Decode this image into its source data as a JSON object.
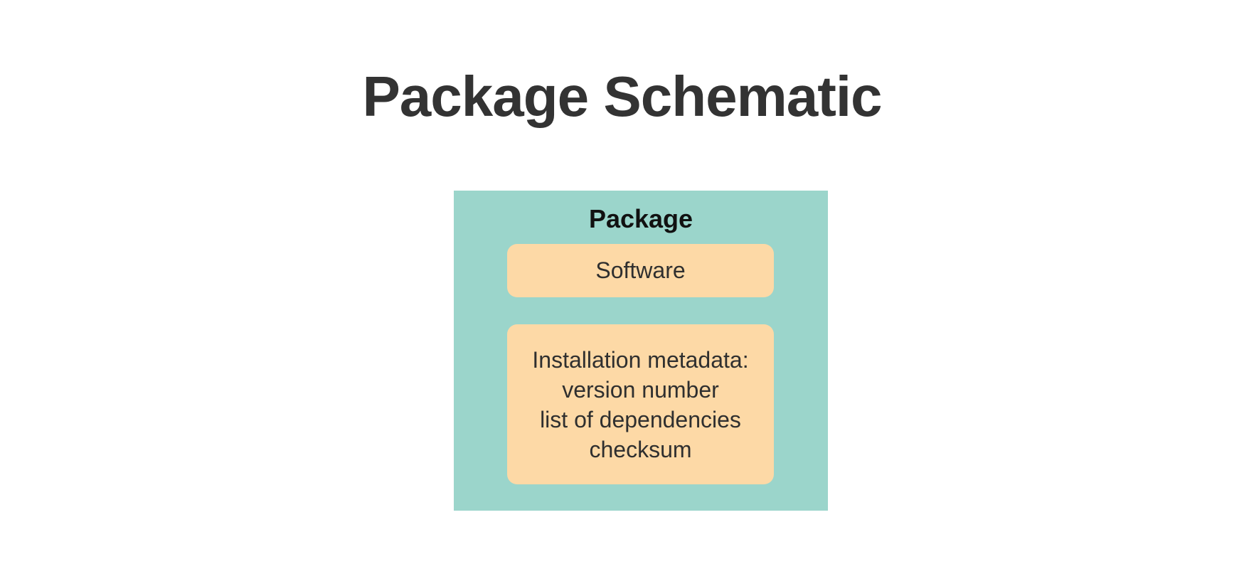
{
  "title": "Package Schematic",
  "package": {
    "label": "Package",
    "software": "Software",
    "metadata": {
      "heading": "Installation metadata:",
      "items": [
        "version number",
        "list of dependencies",
        "checksum"
      ]
    }
  },
  "colors": {
    "title": "#333333",
    "package_fill": "#9bd5cb",
    "box_fill": "#fdd9a6",
    "box_text": "#2f2f2f"
  }
}
